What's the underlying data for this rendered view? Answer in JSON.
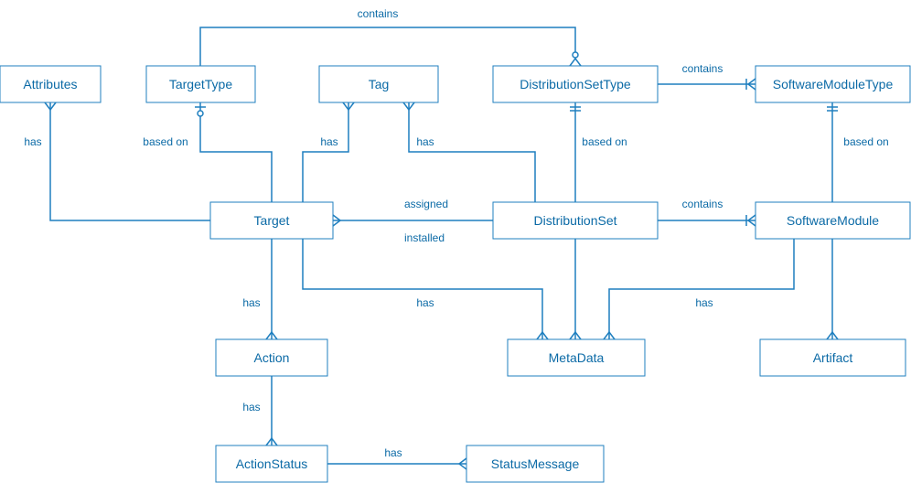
{
  "colors": {
    "line": "#1f7fbf",
    "text": "#0b6aa6",
    "background": "#ffffff"
  },
  "entities": {
    "attributes": "Attributes",
    "target_type": "TargetType",
    "tag": "Tag",
    "distribution_set_type": "DistributionSetType",
    "software_module_type": "SoftwareModuleType",
    "target": "Target",
    "distribution_set": "DistributionSet",
    "software_module": "SoftwareModule",
    "action": "Action",
    "meta_data": "MetaData",
    "artifact": "Artifact",
    "action_status": "ActionStatus",
    "status_message": "StatusMessage"
  },
  "relationships": {
    "target_type_contains": "contains",
    "dst_contains": "contains",
    "target_attributes_has": "has",
    "target_based_on": "based on",
    "target_tag_has": "has",
    "ds_tag_has": "has",
    "ds_based_on": "based on",
    "sm_based_on": "based on",
    "assigned": "assigned",
    "installed": "installed",
    "ds_contains": "contains",
    "target_action_has": "has",
    "target_metadata_has": "has",
    "sm_metadata_has": "has",
    "action_status_has": "has",
    "status_message_has": "has"
  }
}
